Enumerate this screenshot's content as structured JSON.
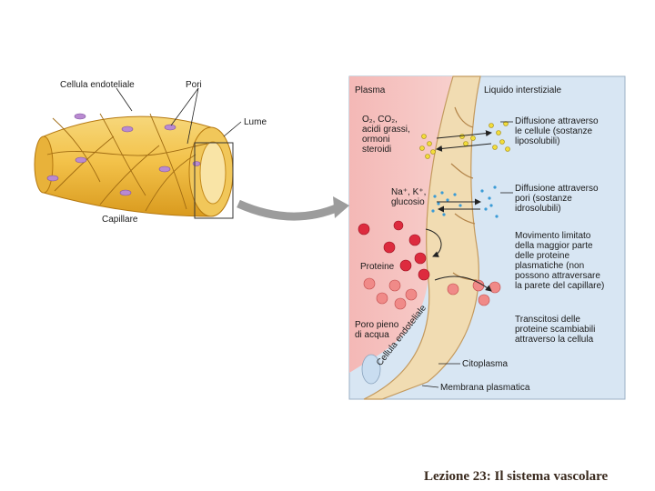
{
  "capillary": {
    "label_endothelial": "Cellula endoteliale",
    "label_pores": "Pori",
    "label_lumen": "Lume",
    "label_capillary": "Capillare"
  },
  "panel": {
    "plasma": "Plasma",
    "interstitial": "Liquido interstiziale",
    "gases": "O₂, CO₂,\nacidi grassi,\normoni\nsteroidi",
    "ions": "Na⁺, K⁺,\nglucosio",
    "proteins": "Proteine",
    "water_pore": "Poro pieno\ndi acqua",
    "endothelial_curved": "Cellula endoteliale",
    "diffusion_cells": "Diffusione attraverso\nle cellule (sostanze\nliposolubili)",
    "diffusion_pores": "Diffusione attraverso\npori (sostanze\nidrosolubili)",
    "limited_movement": "Movimento limitato\ndella maggior parte\ndelle proteine\nplasmatiche (non\npossono attraversare\nla parete del capillare)",
    "transcytosis": "Transcitosi delle\nproteine scambiabili\nattraverso la cellula",
    "cytoplasm": "Citoplasma",
    "membrane": "Membrana plasmatica"
  },
  "footer": {
    "title": "Lezione 23: Il sistema vascolare"
  }
}
